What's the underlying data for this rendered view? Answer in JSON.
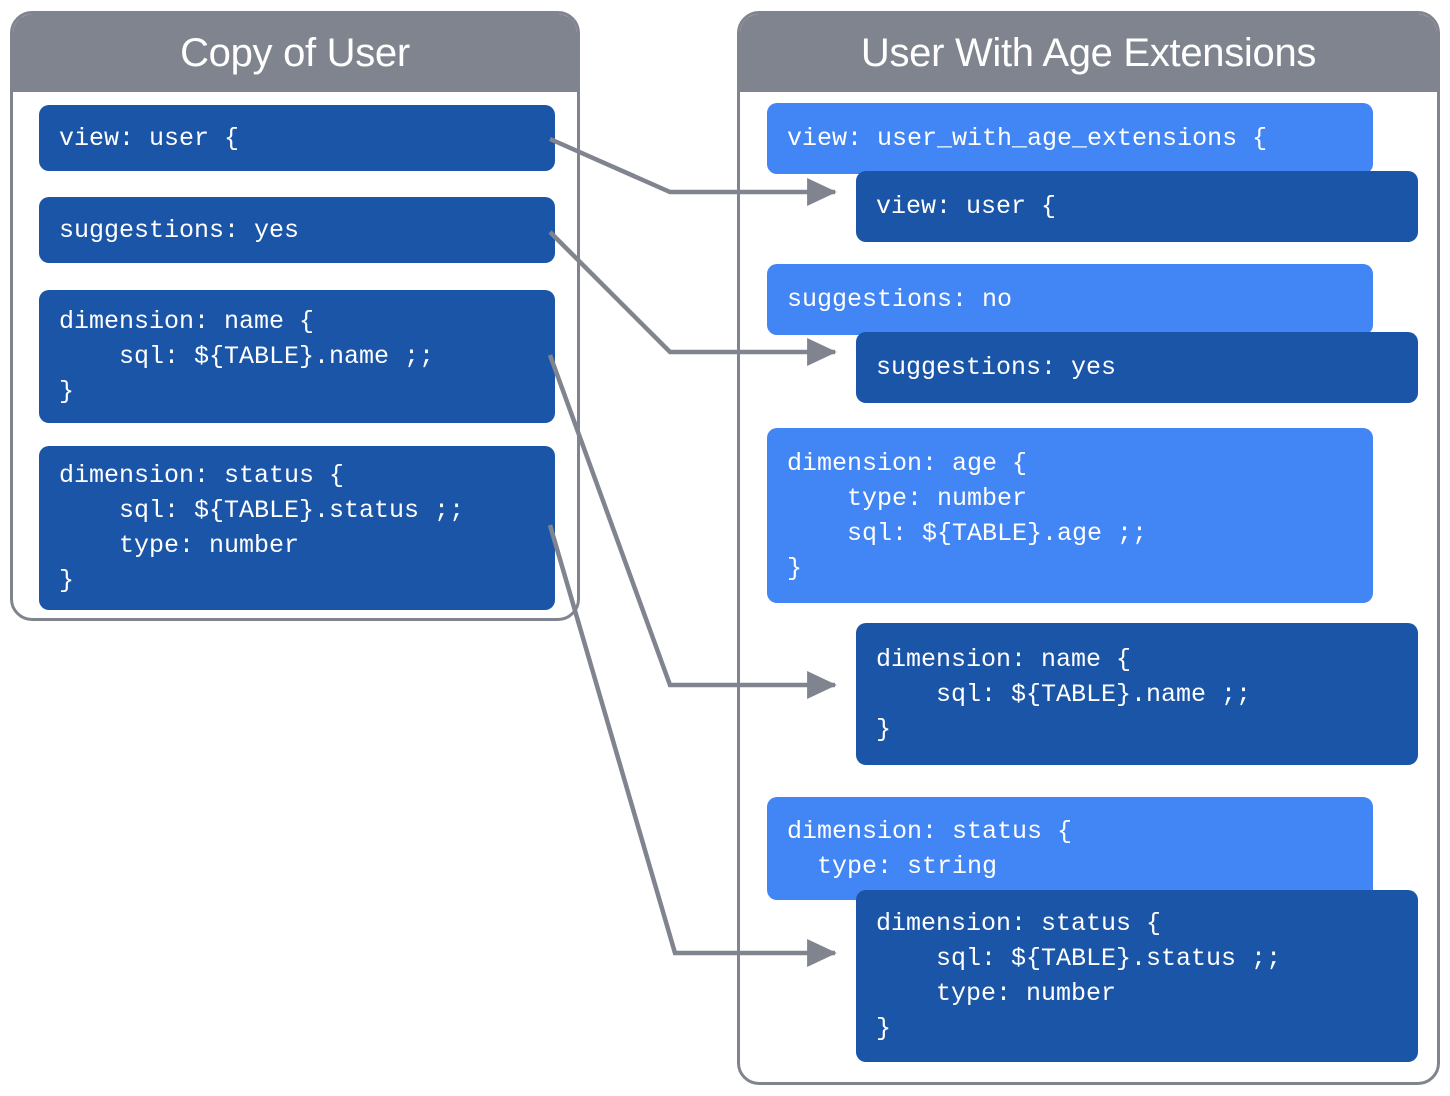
{
  "diagram": {
    "title_left": "Copy of User",
    "title_right": "User With Age Extensions",
    "colors": {
      "header_gray": "#80848e",
      "panel_border": "#80848e",
      "dark_blue": "#1a55a8",
      "light_blue": "#4285f4",
      "connector_gray": "#80848e",
      "text_white": "#ffffff",
      "background": "#ffffff"
    }
  },
  "left_panel": {
    "title": "Copy of User",
    "blocks": [
      {
        "id": "view",
        "shade": "dark",
        "code": "view: user {"
      },
      {
        "id": "suggestions",
        "shade": "dark",
        "code": "suggestions: yes"
      },
      {
        "id": "dimension-name",
        "shade": "dark",
        "code": "dimension: name {\n    sql: ${TABLE}.name ;;\n}"
      },
      {
        "id": "dimension-status",
        "shade": "dark",
        "code": "dimension: status {\n    sql: ${TABLE}.status ;;\n    type: number\n}"
      }
    ]
  },
  "right_panel": {
    "title": "User With Age Extensions",
    "blocks": [
      {
        "id": "view-extension",
        "shade": "light",
        "code": "view: user_with_age_extensions {"
      },
      {
        "id": "view-inherited",
        "shade": "dark",
        "code": "view: user {"
      },
      {
        "id": "suggestions-override",
        "shade": "light",
        "code": "suggestions: no"
      },
      {
        "id": "suggestions-inherited",
        "shade": "dark",
        "code": "suggestions: yes"
      },
      {
        "id": "dimension-age",
        "shade": "light",
        "code": "dimension: age {\n    type: number\n    sql: ${TABLE}.age ;;\n}"
      },
      {
        "id": "dimension-name-inherited",
        "shade": "dark",
        "code": "dimension: name {\n    sql: ${TABLE}.name ;;\n}"
      },
      {
        "id": "dimension-status-override",
        "shade": "light",
        "code": "dimension: status {\n  type: string"
      },
      {
        "id": "dimension-status-inherited",
        "shade": "dark",
        "code": "dimension: status {\n    sql: ${TABLE}.status ;;\n    type: number\n}"
      }
    ]
  },
  "connectors": [
    {
      "id": "view-to-view",
      "from": "left.view",
      "to": "right.view-inherited"
    },
    {
      "id": "suggestions-to-suggestions",
      "from": "left.suggestions",
      "to": "right.suggestions-inherited"
    },
    {
      "id": "name-to-name",
      "from": "left.dimension-name",
      "to": "right.dimension-name-inherited"
    },
    {
      "id": "status-to-status",
      "from": "left.dimension-status",
      "to": "right.dimension-status-inherited"
    }
  ]
}
